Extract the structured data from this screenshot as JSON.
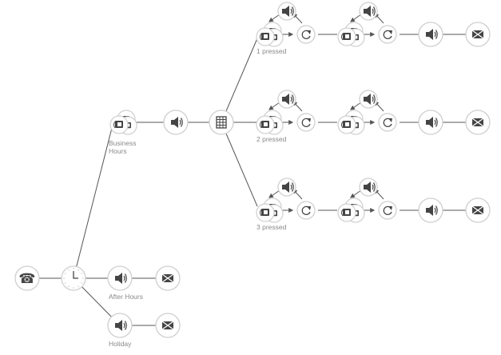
{
  "labels": {
    "business_hours": "Business\nHours",
    "after_hours": "After Hours",
    "holiday": "Holiday",
    "branch_1": "1 pressed",
    "branch_2": "2 pressed",
    "branch_3": "3 pressed"
  },
  "colors": {
    "line": "#555555",
    "node_border": "#cfcfcf",
    "icon": "#444444",
    "label": "#8a8a8a"
  }
}
